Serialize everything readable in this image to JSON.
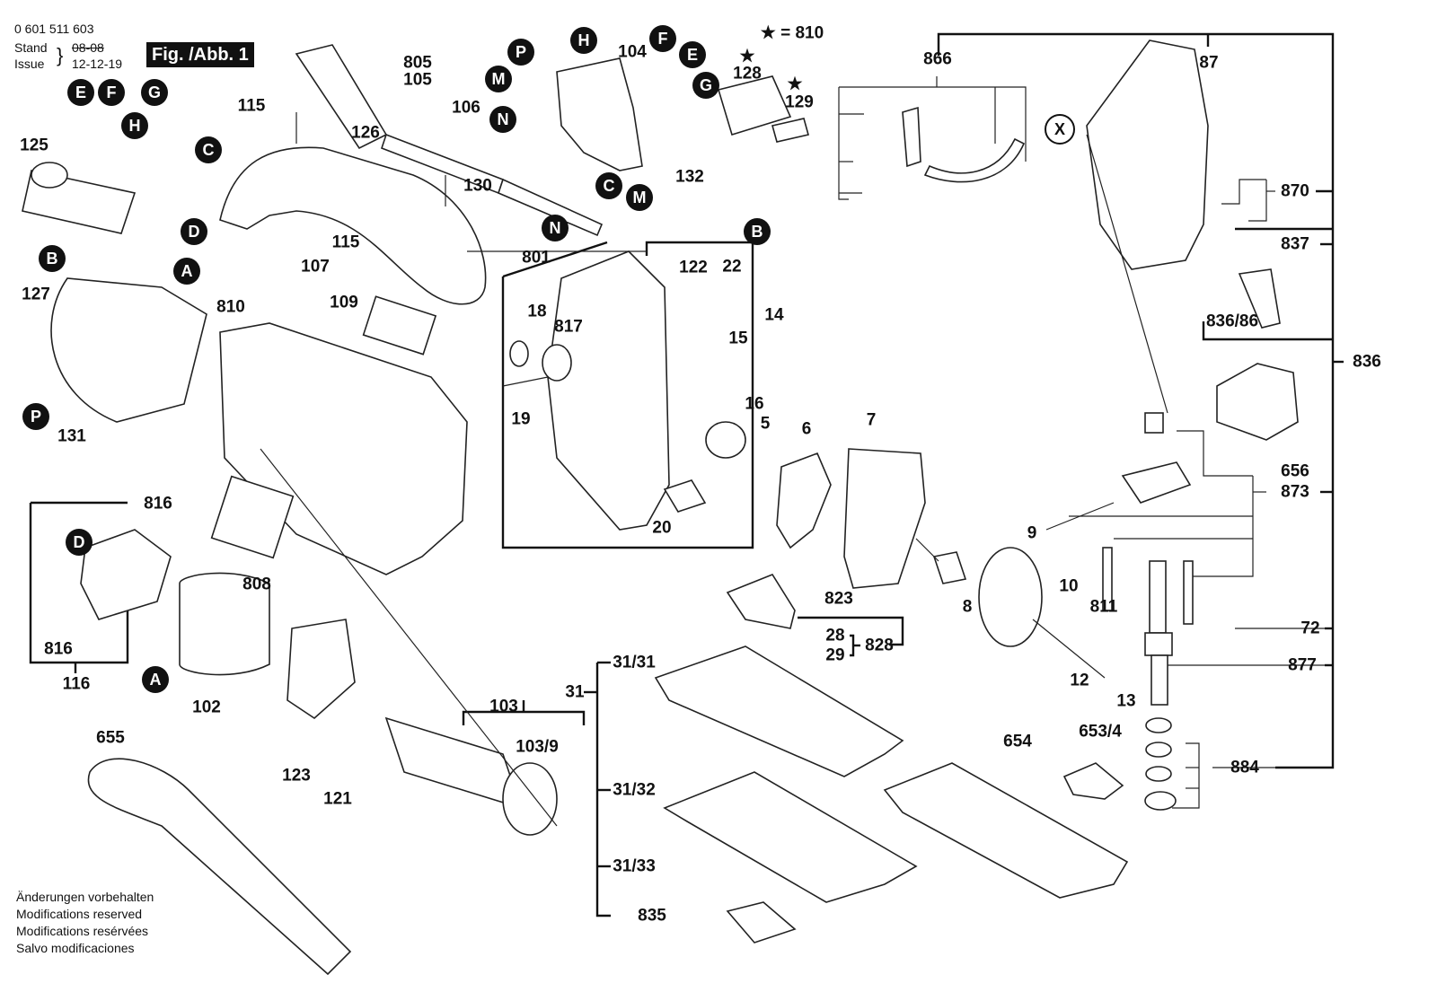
{
  "header": {
    "part_number": "0 601 511 603",
    "stand_label": "Stand",
    "issue_label": "Issue",
    "stand_date_struck": "08-08",
    "issue_date": "12-12-19",
    "figure_label": "Fig. /Abb. 1",
    "star_note": "★ = 810"
  },
  "footer": {
    "lines": [
      "Änderungen vorbehalten",
      "Modifications reserved",
      "Modifications resérvées",
      "Salvo modificaciones"
    ]
  },
  "badges": {
    "E1": "E",
    "F1": "F",
    "G1": "G",
    "H1": "H",
    "C1": "C",
    "D1": "D",
    "B1": "B",
    "A1": "A",
    "P1": "P",
    "P2": "P",
    "H2": "H",
    "F2": "F",
    "E2": "E",
    "M1": "M",
    "G2": "G",
    "N1": "N",
    "C2": "C",
    "M2": "M",
    "N2": "N",
    "B2": "B",
    "D2": "D",
    "A2": "A",
    "X": "X"
  },
  "labels": {
    "l125": "125",
    "l115a": "115",
    "l126": "126",
    "l805": "805",
    "l105": "105",
    "l106": "106",
    "l130": "130",
    "l104": "104",
    "l128": "128",
    "l129": "129",
    "star128": "★",
    "star129": "★",
    "l132": "132",
    "l127": "127",
    "l131": "131",
    "l810": "810",
    "l107": "107",
    "l115b": "115",
    "l109": "109",
    "l801": "801",
    "l18": "18",
    "l817": "817",
    "l19": "19",
    "l122": "122",
    "l22": "22",
    "l14": "14",
    "l15": "15",
    "l16": "16",
    "l5": "5",
    "l6": "6",
    "l20": "20",
    "l7": "7",
    "l8": "8",
    "l9": "9",
    "l10": "10",
    "l811": "811",
    "l12": "12",
    "l13": "13",
    "l816a": "816",
    "l816b": "816",
    "l116": "116",
    "l808": "808",
    "l102": "102",
    "l123": "123",
    "l121": "121",
    "l103": "103",
    "l1039": "103/9",
    "l655": "655",
    "l866": "866",
    "l87": "87",
    "l870": "870",
    "l837": "837",
    "l83686": "836/86",
    "l836": "836",
    "l656": "656",
    "l873": "873",
    "l72": "72",
    "l877": "877",
    "l884": "884",
    "l823": "823",
    "l28": "28",
    "l29": "29",
    "l828": "828",
    "l31": "31",
    "l3131": "31/31",
    "l3132": "31/32",
    "l3133": "31/33",
    "l835": "835",
    "l654": "654",
    "l6534": "653/4"
  }
}
